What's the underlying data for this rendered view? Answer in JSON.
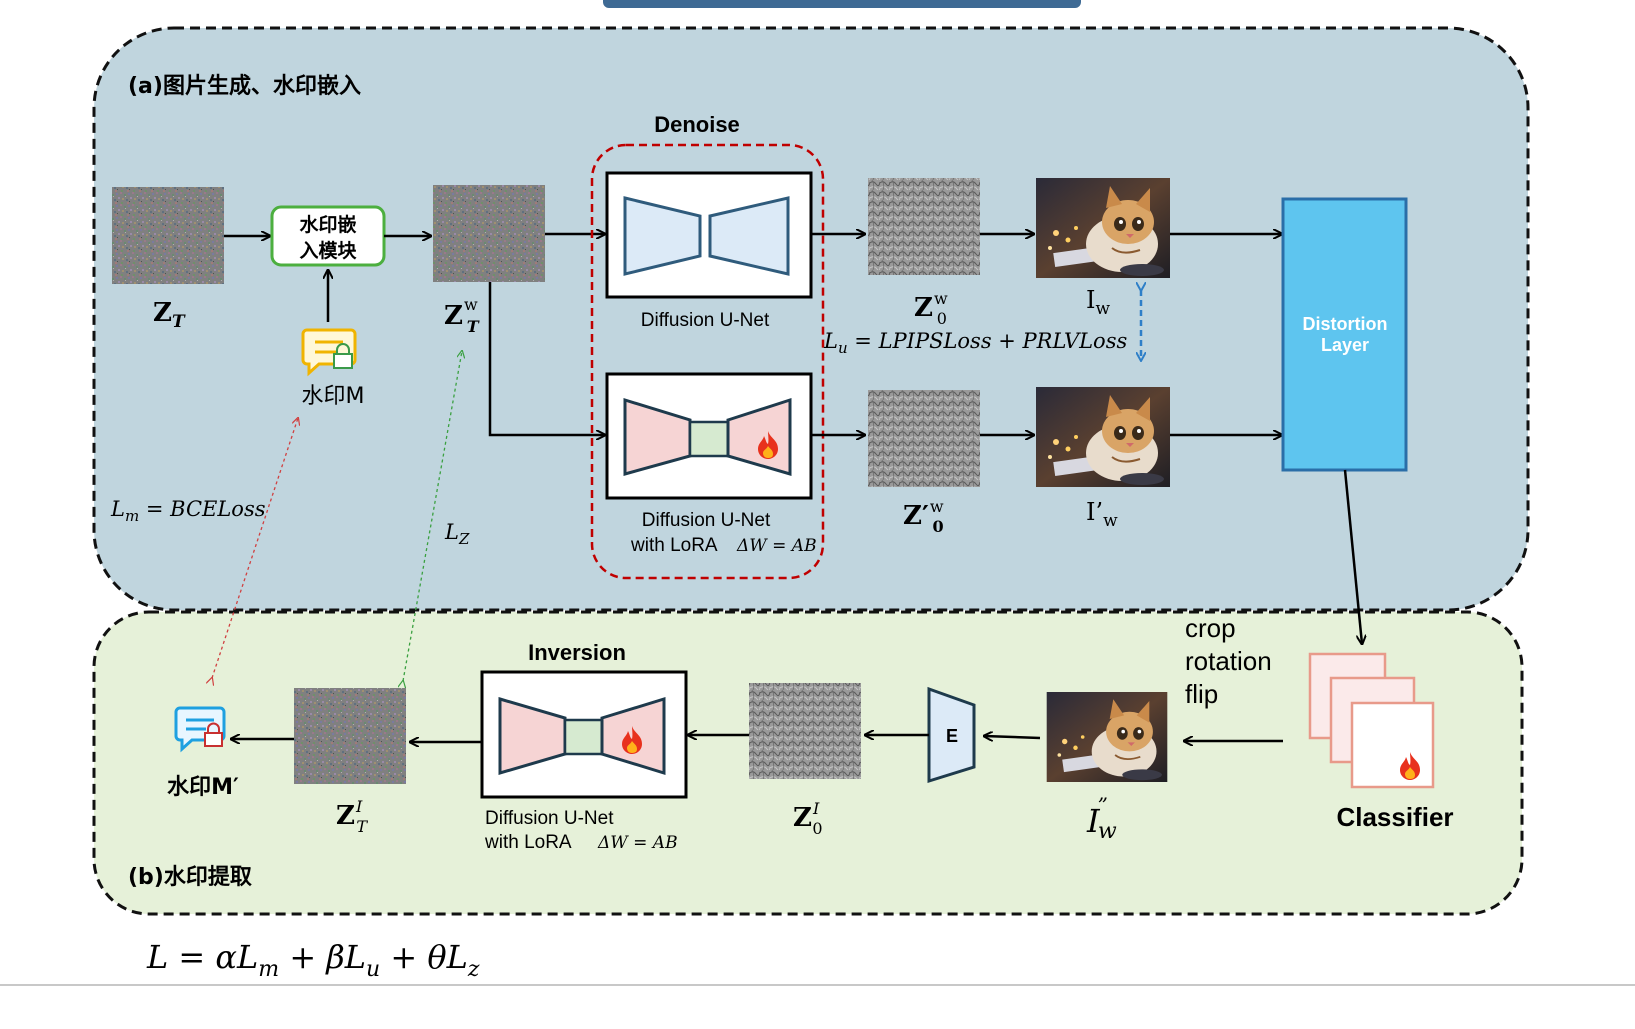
{
  "section_a": {
    "title": "(a)图片生成、水印嵌入",
    "zt_label": "Z",
    "zt_sub": "T",
    "embed_module": {
      "line1": "水印嵌",
      "line2": "入模块"
    },
    "watermark_label": "水印M",
    "ztw_label": "Z",
    "ztw_sup": "w",
    "ztw_sub": "T",
    "denoise_title": "Denoise",
    "unet_label": "Diffusion U-Net",
    "lora_label_line1": "Diffusion U-Net",
    "lora_label_line2": "with LoRA",
    "lora_formula": "ΔW = AB",
    "z0w_label": "Z",
    "z0w_sup": "w",
    "z0w_sub": "0",
    "z0w_prime_label": "Z′",
    "z0w_prime_sup": "w",
    "z0w_prime_sub": "0",
    "iw_label": "I",
    "iw_sub": "w",
    "iw_prime_label": "I’",
    "iw_prime_sub": "w",
    "lu_formula": "L",
    "lu_sub": "u",
    "lu_rhs": " = LPIPSLoss + PRLVLoss",
    "lm_formula": "L",
    "lm_sub": "m",
    "lm_rhs": " = BCELoss",
    "lz_formula": "L",
    "lz_sub": "Z",
    "distortion_line1": "Distortion",
    "distortion_line2": "Layer"
  },
  "section_b": {
    "title": "(b)水印提取",
    "inversion_title": "Inversion",
    "lora_label_line1": "Diffusion U-Net",
    "lora_label_line2": "with LoRA",
    "lora_formula": "ΔW = AB",
    "zti_label": "Z",
    "zti_sup": "I",
    "zti_sub": "T",
    "z0i_label": "Z",
    "z0i_sup": "I",
    "z0i_sub": "0",
    "encoder_label": "E",
    "iw2_label": "I",
    "iw2_sup": "”",
    "iw2_sub": "w",
    "watermark_out_label": "水印M′",
    "classifier_label": "Classifier",
    "augmentations": [
      "crop",
      "rotation",
      "flip"
    ]
  },
  "total_loss": "L = αL",
  "total_loss_parts": {
    "m": "m",
    "p1": " + βL",
    "u": "u",
    "p2": " + θL",
    "z": "z"
  },
  "colors": {
    "panel_a_bg": "#c0d5de",
    "panel_b_bg": "#e6f1d9",
    "unet_blue": "#dceaf7",
    "unet_blue_stroke": "#2f5b7c",
    "lora_pink": "#f6d4d4",
    "lora_green": "#d6ead0",
    "distortion": "#5ec5ef",
    "denoise_dash": "#c00000",
    "embed_green": "#4caf3f"
  }
}
